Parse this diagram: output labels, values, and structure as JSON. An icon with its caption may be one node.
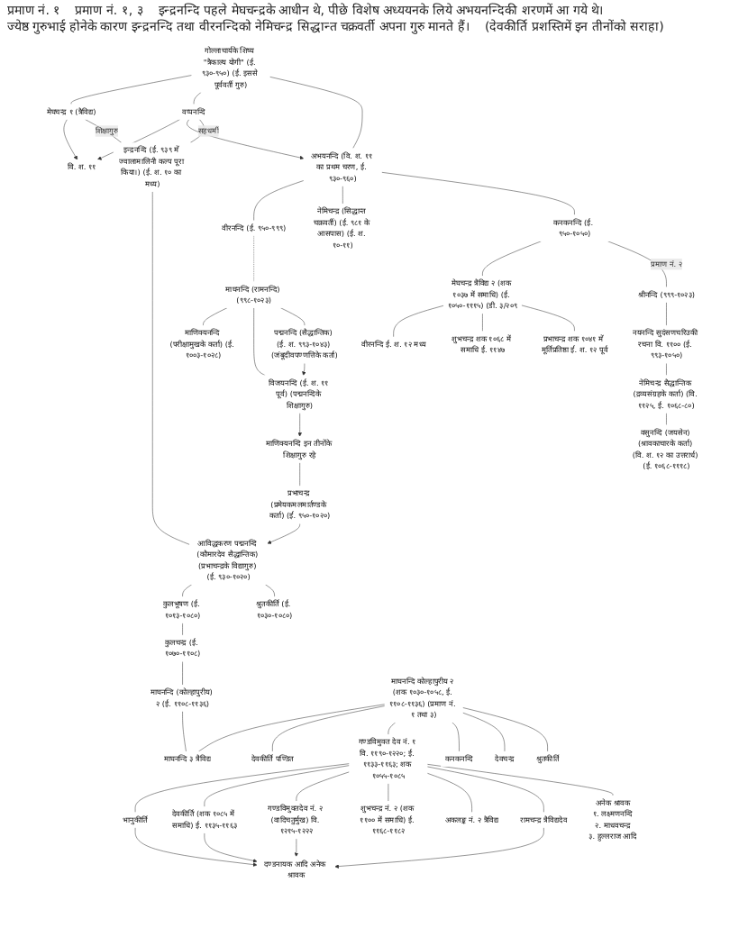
{
  "diagram": {
    "nodes": [
      {
        "text": [
          "गोल्लाचार्यके शिष्य \"त्रैकाल्य योगी\" (ई. ९३०-९५०) (ई. इससे पूर्ववर्ती गुरु)"
        ]
      },
      {
        "text": [
          "मेघचन्द्र १ (त्रैविद्य)"
        ]
      },
      {
        "text": [
          "वप्पनन्दि"
        ]
      },
      {
        "text": [
          "वि. श. ११"
        ]
      },
      {
        "text": [
          "अभयनन्दि (वि. श. ११ का प्रथम चरण, ई. ९३०-९६०)"
        ]
      },
      {
        "text": [
          "इन्द्रनन्दि (ई. ९३९ में ज्वालामालिनी कल्प पूरा किया।) (ई. श. १० का मध्य)"
        ]
      },
      {
        "text": [
          "वीरनन्दि (ई. ९५०-९९९)"
        ]
      },
      {
        "text": [
          "नेमिचन्द्र (सिद्धान्त चक्रवर्ती) (ई. ९८१ के आसपास) (ई. श. १०-११)"
        ]
      },
      {
        "text": [
          "कनकनन्दि (ई. ९५०-१०५०)"
        ]
      },
      {
        "text": [
          "माघनन्दि (रामनन्दि) (९९८-१०२३)"
        ]
      },
      {
        "text": [
          "मेघचन्द्र त्रैविद्य २ (शक १०३७ में समाधि) (ई. १०५०-१११५) (डी. ३/२०९"
        ]
      },
      {
        "text": [
          "श्रीनन्दि (९९९-१०२३)"
        ]
      },
      {
        "text": [
          "वीरनन्दि ई. श. १२ मध्य"
        ]
      },
      {
        "text": [
          "शुभचन्द्र शक १०६८ में समाधि ई. ११४७"
        ]
      },
      {
        "text": [
          "प्रभाचन्द्र शक १०४१ में मूर्तिप्रतिष्ठा ई. श. १२ पूर्व"
        ]
      },
      {
        "text": [
          "माणिक्यनन्दि (परीक्षामुखके कर्ता) (ई. १००३-१०२८)"
        ]
      },
      {
        "text": [
          "विजयनन्दि (ई. श. ११ पूर्व) (पद्मनन्दिके शिक्षागुरु)"
        ]
      },
      {
        "text": [
          "पद्मनन्दि (सैद्धान्तिक) (ई. श. ९९३-१०४३) (जंबूदीवपण्णत्तिके कर्ता)"
        ]
      },
      {
        "text": [
          "नयनन्दि सुदंसणचरिउकी रचना वि. ११०० (ई. ९९३-१०५०)"
        ]
      },
      {
        "text": [
          "माणिक्यनन्दि इन तीनोंके शिक्षागुरु रहे"
        ]
      },
      {
        "text": [
          "प्रभाचन्द्र (प्रमेयकमलमार्तण्डके कर्ता) (ई. ९५०-१०२०)"
        ]
      },
      {
        "text": [
          "नेमिचन्द्र सैद्धान्तिक (द्रव्यसंग्रहके कर्ता) (वि. ११२५, ई. १०६८-८०)"
        ]
      },
      {
        "text": [
          "वसुनन्दि (जयसेन) (श्रावकाचारके कर्ता) (वि. श. १२ का उत्तरार्ध) (ई. १०६८-१११८)"
        ]
      },
      {
        "text": [
          "आविद्धकरण पद्मनन्दि (कौमारदेव सैद्धान्तिक) (प्रभाचन्द्रके विद्यागुरु) (ई. ९३०-१०२०)"
        ]
      },
      {
        "text": [
          "कुलभूषण (ई. १०१३-१०८०)"
        ]
      },
      {
        "text": [
          "श्रुतकीर्ति (ई. १०३०-१०८०)"
        ]
      },
      {
        "text": [
          "कुलचन्द्र (ई. १०७०-११०८)"
        ]
      },
      {
        "text": [
          "माघनन्दि (कोल्हापुरीय) २ (ई. ११०८-११३६)"
        ]
      },
      {
        "text": [
          "माघनन्दि कोल्हापुरीय २ (शक १०३०-१०५८, ई. ११०८-११३६) (प्रमाण नं. १ तथा ३)"
        ]
      },
      {
        "text": [
          "माघनन्दि ३ त्रैविद्य"
        ]
      },
      {
        "text": [
          "देवकीर्ति पण्डित"
        ]
      },
      {
        "text": [
          "गण्डविमुक्त देव नं. १ वि. ११९०-१२२०; ई. ११३३-११६३; शक १०५५-१०८५"
        ]
      },
      {
        "text": [
          "कनकनन्दि"
        ]
      },
      {
        "text": [
          "देवचन्द्र"
        ]
      },
      {
        "text": [
          "श्रुतकीर्ति"
        ]
      },
      {
        "text": [
          "भानुकीर्ति"
        ]
      },
      {
        "text": [
          "देवकीर्ति (शक १०८५ में समाधि) ई. ११३५-११६३"
        ]
      },
      {
        "text": [
          "गण्डविमुक्तदेव नं. २ (वादिचतुर्मुख) वि. १२१५-१२२२"
        ]
      },
      {
        "text": [
          "शुभचन्द्र नं. २ (शक ११०० में समाधि) ई. ११६८-११८२"
        ]
      },
      {
        "text": [
          "अकलङ्क नं. २ त्रैविद्य"
        ]
      },
      {
        "text": [
          "रामचन्द्र त्रैविद्यदेव"
        ]
      },
      {
        "text": [
          "अनेक श्रावक",
          "१. लक्ष्मणनन्दि",
          "२. माधवचन्द्र",
          "३. हुल्लराज आदि"
        ]
      },
      {
        "text": [
          "दण्डनायक आदि अनेक श्रावक"
        ]
      }
    ],
    "edges": [
      {
        "from": 0,
        "to": 1,
        "arrow": "none"
      },
      {
        "from": 0,
        "to": 2,
        "arrow": "none"
      },
      {
        "from": 0,
        "to": 4,
        "arrow": "none"
      },
      {
        "from": 1,
        "to": 3,
        "arrow": "to"
      },
      {
        "from": 2,
        "to": 3,
        "arrow": "to"
      },
      {
        "from": 2,
        "to": 4,
        "arrow": "to"
      },
      {
        "from": 1,
        "to": 5,
        "arrow": "none",
        "label": "शिक्षागुरु"
      },
      {
        "from": 2,
        "to": 5,
        "arrow": "none",
        "label": "सहधर्मी"
      },
      {
        "from": 4,
        "to": 6,
        "arrow": "none"
      },
      {
        "from": 4,
        "to": 7,
        "arrow": "none"
      },
      {
        "from": 4,
        "to": 8,
        "arrow": "none"
      },
      {
        "from": 6,
        "to": 9,
        "arrow": "none",
        "style": "dashed"
      },
      {
        "from": 8,
        "to": 10,
        "arrow": "none"
      },
      {
        "from": 8,
        "to": 11,
        "arrow": "none",
        "label": "प्रमाण नं. २"
      },
      {
        "from": 10,
        "to": 12,
        "arrow": "none"
      },
      {
        "from": 10,
        "to": 13,
        "arrow": "none"
      },
      {
        "from": 10,
        "to": 14,
        "arrow": "none"
      },
      {
        "from": 9,
        "to": 15,
        "arrow": "none"
      },
      {
        "from": 9,
        "to": 16,
        "arrow": "none"
      },
      {
        "from": 9,
        "to": 17,
        "arrow": "none"
      },
      {
        "from": 17,
        "to": 16,
        "arrow": "to"
      },
      {
        "from": 16,
        "to": 19,
        "arrow": "to"
      },
      {
        "from": 19,
        "to": 20,
        "arrow": "none"
      },
      {
        "from": 20,
        "to": 23,
        "arrow": "to"
      },
      {
        "from": 11,
        "to": 18,
        "arrow": "none"
      },
      {
        "from": 18,
        "to": 21,
        "arrow": "none"
      },
      {
        "from": 21,
        "to": 22,
        "arrow": "none"
      },
      {
        "from": 5,
        "to": 23,
        "arrow": "none"
      },
      {
        "from": 23,
        "to": 24,
        "arrow": "none"
      },
      {
        "from": 23,
        "to": 25,
        "arrow": "none"
      },
      {
        "from": 24,
        "to": 26,
        "arrow": "none"
      },
      {
        "from": 26,
        "to": 27,
        "arrow": "none"
      },
      {
        "from": 27,
        "to": 29,
        "arrow": "none"
      },
      {
        "from": 28,
        "to": 29,
        "arrow": "none"
      },
      {
        "from": 28,
        "to": 30,
        "arrow": "none"
      },
      {
        "from": 28,
        "to": 31,
        "arrow": "none"
      },
      {
        "from": 28,
        "to": 32,
        "arrow": "none"
      },
      {
        "from": 28,
        "to": 33,
        "arrow": "none"
      },
      {
        "from": 28,
        "to": 34,
        "arrow": "none"
      },
      {
        "from": 31,
        "to": 35,
        "arrow": "none"
      },
      {
        "from": 31,
        "to": 36,
        "arrow": "none"
      },
      {
        "from": 31,
        "to": 37,
        "arrow": "none"
      },
      {
        "from": 31,
        "to": 38,
        "arrow": "none"
      },
      {
        "from": 31,
        "to": 39,
        "arrow": "none"
      },
      {
        "from": 31,
        "to": 40,
        "arrow": "none"
      },
      {
        "from": 31,
        "to": 41,
        "arrow": "none"
      },
      {
        "from": 35,
        "to": 42,
        "arrow": "to"
      },
      {
        "from": 36,
        "to": 42,
        "arrow": "to"
      },
      {
        "from": 37,
        "to": 42,
        "arrow": "to"
      },
      {
        "from": 40,
        "to": 42,
        "arrow": "to"
      }
    ],
    "labels": [
      "प्रमाण नं. १",
      "प्रमाण नं. १, ३",
      "इन्द्रनन्दि पहले मेघचन्द्रके आधीन थे, पीछे विशेष अध्ययनके लिये अभयनन्दिकी शरणमें आ गये थे।",
      "ज्येष्ठ गुरुभाई होनेके कारण इन्द्रनन्दि तथा वीरनन्दिको नेमिचन्द्र सिद्धान्त चक्रवर्ती अपना गुरु मानते हैं।",
      "(देवकीर्ति प्रशस्तिमें इन तीनोंको सराहा)"
    ]
  }
}
